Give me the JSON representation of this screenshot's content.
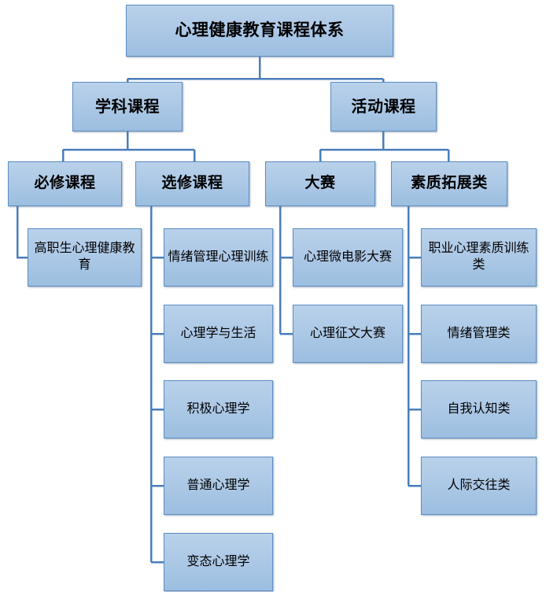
{
  "diagram": {
    "type": "organizational-hierarchy-tree",
    "title": "心理健康教育课程体系",
    "accent_color": "#4a7ebb",
    "box_fill_top": "#b9d1ea",
    "box_fill_bottom": "#9cbee0",
    "box_border_color": "#5b8ec4",
    "text_color": "#000000",
    "root": {
      "id": "root",
      "label": "心理健康教育课程体系",
      "level": 1
    },
    "level2": [
      {
        "id": "subject-courses",
        "label": "学科课程",
        "level": 2
      },
      {
        "id": "activity-courses",
        "label": "活动课程",
        "level": 2
      }
    ],
    "level3": [
      {
        "id": "required-courses",
        "label": "必修课程",
        "level": 3,
        "parent": "subject-courses"
      },
      {
        "id": "elective-courses",
        "label": "选修课程",
        "level": 3,
        "parent": "subject-courses"
      },
      {
        "id": "competitions",
        "label": "大赛",
        "level": 3,
        "parent": "activity-courses"
      },
      {
        "id": "quality-development",
        "label": "素质拓展类",
        "level": 3,
        "parent": "activity-courses"
      }
    ],
    "leaves": {
      "required_courses": [
        {
          "id": "leaf-r1",
          "label": "高职生心理健康教育"
        }
      ],
      "elective_courses": [
        {
          "id": "leaf-e1",
          "label": "情绪管理心理训练"
        },
        {
          "id": "leaf-e2",
          "label": "心理学与生活"
        },
        {
          "id": "leaf-e3",
          "label": "积极心理学"
        },
        {
          "id": "leaf-e4",
          "label": "普通心理学"
        },
        {
          "id": "leaf-e5",
          "label": "变态心理学"
        }
      ],
      "competitions": [
        {
          "id": "leaf-c1",
          "label": "心理微电影大赛"
        },
        {
          "id": "leaf-c2",
          "label": "心理征文大赛"
        }
      ],
      "quality_development": [
        {
          "id": "leaf-q1",
          "label": "职业心理素质训练类"
        },
        {
          "id": "leaf-q2",
          "label": "情绪管理类"
        },
        {
          "id": "leaf-q3",
          "label": "自我认知类"
        },
        {
          "id": "leaf-q4",
          "label": "人际交往类"
        }
      ]
    }
  }
}
